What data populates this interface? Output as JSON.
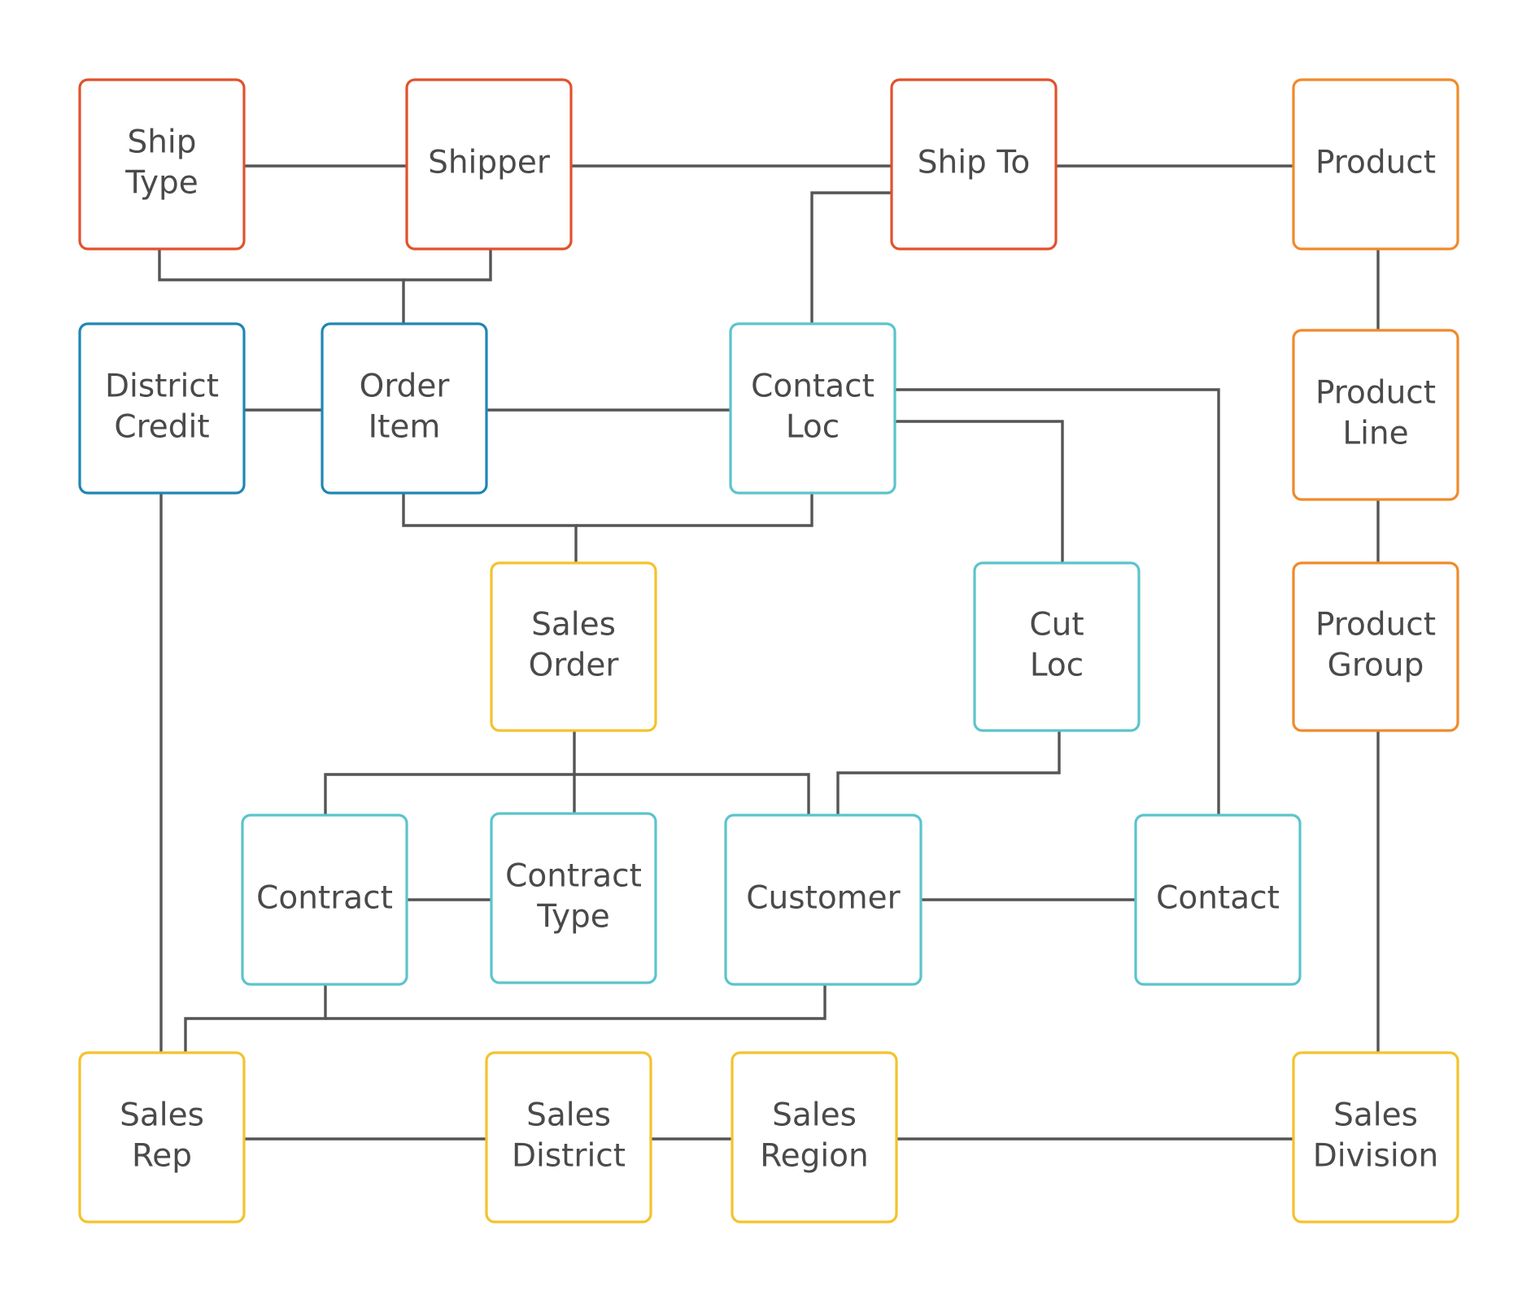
{
  "colors": {
    "red": "#e0522c",
    "orange": "#ef8a2b",
    "blue": "#1f86b4",
    "teal": "#5bc4cb",
    "yellow": "#f4c22c",
    "line": "#555555",
    "text": "#4a4a4a"
  },
  "nodes": {
    "ship_type": {
      "lines": [
        "Ship",
        "Type"
      ],
      "color": "red"
    },
    "shipper": {
      "lines": [
        "Shipper"
      ],
      "color": "red"
    },
    "ship_to": {
      "lines": [
        "Ship To"
      ],
      "color": "red"
    },
    "product": {
      "lines": [
        "Product"
      ],
      "color": "orange"
    },
    "district_credit": {
      "lines": [
        "District",
        "Credit"
      ],
      "color": "blue"
    },
    "order_item": {
      "lines": [
        "Order",
        "Item"
      ],
      "color": "blue"
    },
    "contact_loc": {
      "lines": [
        "Contact",
        "Loc"
      ],
      "color": "teal"
    },
    "product_line": {
      "lines": [
        "Product",
        "Line"
      ],
      "color": "orange"
    },
    "sales_order": {
      "lines": [
        "Sales",
        "Order"
      ],
      "color": "yellow"
    },
    "cut_loc": {
      "lines": [
        "Cut",
        "Loc"
      ],
      "color": "teal"
    },
    "product_group": {
      "lines": [
        "Product",
        "Group"
      ],
      "color": "orange"
    },
    "contract": {
      "lines": [
        "Contract"
      ],
      "color": "teal"
    },
    "contract_type": {
      "lines": [
        "Contract",
        "Type"
      ],
      "color": "teal"
    },
    "customer": {
      "lines": [
        "Customer"
      ],
      "color": "teal"
    },
    "contact": {
      "lines": [
        "Contact"
      ],
      "color": "teal"
    },
    "sales_rep": {
      "lines": [
        "Sales",
        "Rep"
      ],
      "color": "yellow"
    },
    "sales_district": {
      "lines": [
        "Sales",
        "District"
      ],
      "color": "yellow"
    },
    "sales_region": {
      "lines": [
        "Sales",
        "Region"
      ],
      "color": "yellow"
    },
    "sales_division": {
      "lines": [
        "Sales",
        "Division"
      ],
      "color": "yellow"
    }
  },
  "connections": [
    [
      "ship_type",
      "shipper"
    ],
    [
      "shipper",
      "ship_to"
    ],
    [
      "ship_to",
      "product"
    ],
    [
      "ship_type",
      "order_item"
    ],
    [
      "shipper",
      "order_item"
    ],
    [
      "ship_to",
      "contact_loc"
    ],
    [
      "product",
      "product_line"
    ],
    [
      "district_credit",
      "order_item"
    ],
    [
      "order_item",
      "contact_loc"
    ],
    [
      "contact_loc",
      "contact"
    ],
    [
      "contact_loc",
      "cut_loc"
    ],
    [
      "order_item",
      "sales_order"
    ],
    [
      "contact_loc",
      "sales_order"
    ],
    [
      "product_line",
      "product_group"
    ],
    [
      "sales_order",
      "contract"
    ],
    [
      "sales_order",
      "contract_type"
    ],
    [
      "sales_order",
      "customer"
    ],
    [
      "cut_loc",
      "customer"
    ],
    [
      "product_group",
      "sales_division"
    ],
    [
      "contract",
      "contract_type"
    ],
    [
      "customer",
      "contact"
    ],
    [
      "district_credit",
      "sales_rep"
    ],
    [
      "contract",
      "sales_rep"
    ],
    [
      "customer",
      "sales_rep"
    ],
    [
      "sales_rep",
      "sales_district"
    ],
    [
      "sales_district",
      "sales_region"
    ],
    [
      "sales_region",
      "sales_division"
    ]
  ]
}
